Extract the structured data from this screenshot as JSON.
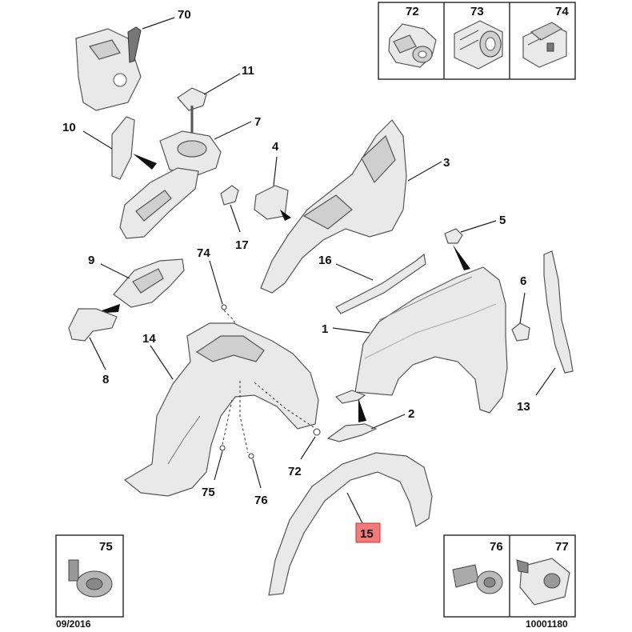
{
  "callouts": [
    {
      "id": "c70",
      "label": "70"
    },
    {
      "id": "c11",
      "label": "11"
    },
    {
      "id": "c10",
      "label": "10"
    },
    {
      "id": "c7",
      "label": "7"
    },
    {
      "id": "c4",
      "label": "4"
    },
    {
      "id": "c3",
      "label": "3"
    },
    {
      "id": "c17",
      "label": "17"
    },
    {
      "id": "c5",
      "label": "5"
    },
    {
      "id": "c9",
      "label": "9"
    },
    {
      "id": "c74",
      "label": "74"
    },
    {
      "id": "c16",
      "label": "16"
    },
    {
      "id": "c6",
      "label": "6"
    },
    {
      "id": "c1",
      "label": "1"
    },
    {
      "id": "c14",
      "label": "14"
    },
    {
      "id": "c8",
      "label": "8"
    },
    {
      "id": "c13",
      "label": "13"
    },
    {
      "id": "c2",
      "label": "2"
    },
    {
      "id": "c72",
      "label": "72"
    },
    {
      "id": "c75",
      "label": "75"
    },
    {
      "id": "c76",
      "label": "76"
    },
    {
      "id": "c15",
      "label": "15"
    }
  ],
  "inset_boxes": {
    "top": [
      "72",
      "73",
      "74"
    ],
    "bottom_left": [
      "75"
    ],
    "bottom_right": [
      "76",
      "77"
    ]
  },
  "footer": {
    "date": "09/2016",
    "reference": "10001180"
  },
  "highlight_color": "#f27a7a"
}
